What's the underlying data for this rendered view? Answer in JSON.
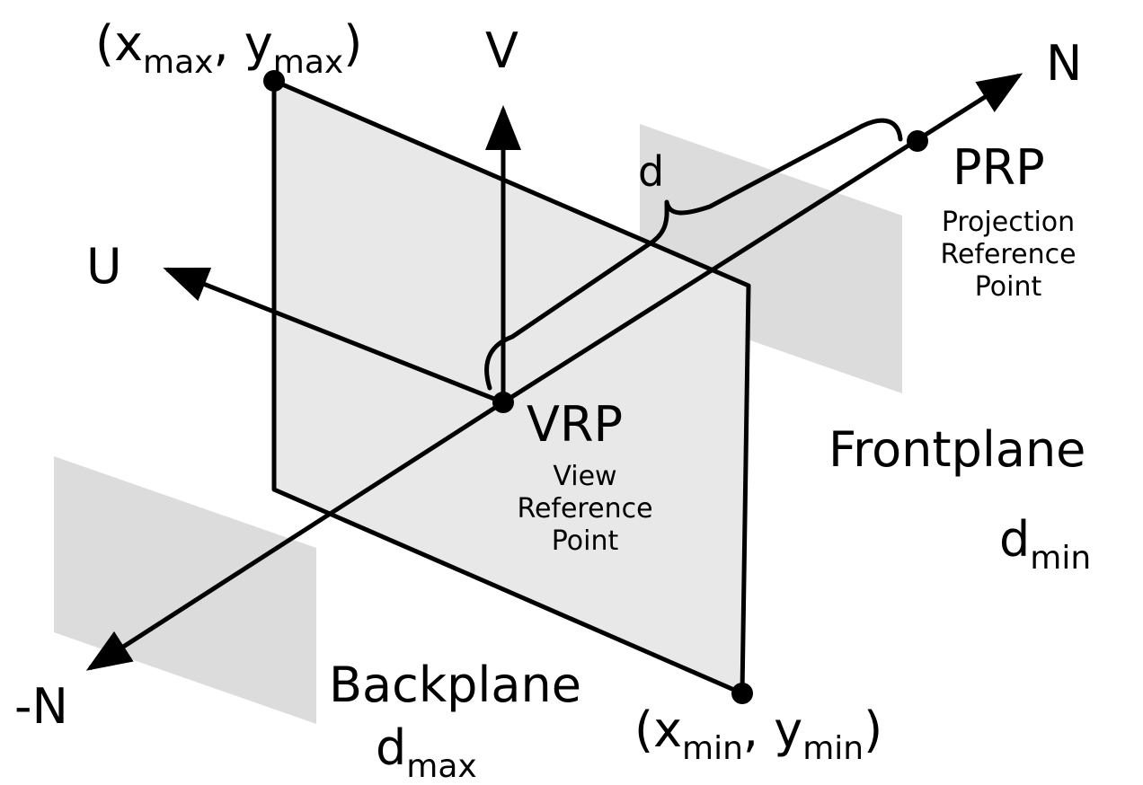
{
  "colors": {
    "ink": "#000000",
    "view_plane_fill": "#e8e8e8",
    "clip_plane_fill": "#dcdcdc"
  },
  "axes": {
    "v": "V",
    "n": "N",
    "u": "U",
    "neg_n": "-N"
  },
  "distance_label": "d",
  "points": {
    "prp": {
      "label": "PRP",
      "desc": [
        "Projection",
        "Reference",
        "Point"
      ]
    },
    "vrp": {
      "label": "VRP",
      "desc": [
        "View",
        "Reference",
        "Point"
      ]
    },
    "corner_max": {
      "open": "(x",
      "sub_x": "max",
      "mid": ", y",
      "sub_y": "max",
      "close": ")"
    },
    "corner_min": {
      "open": "(x",
      "sub_x": "min",
      "mid": ", y",
      "sub_y": "min",
      "close": ")"
    }
  },
  "planes": {
    "front": {
      "name": "Frontplane",
      "d": "d",
      "sub": "min"
    },
    "back": {
      "name": "Backplane",
      "d": "d",
      "sub": "max"
    }
  }
}
